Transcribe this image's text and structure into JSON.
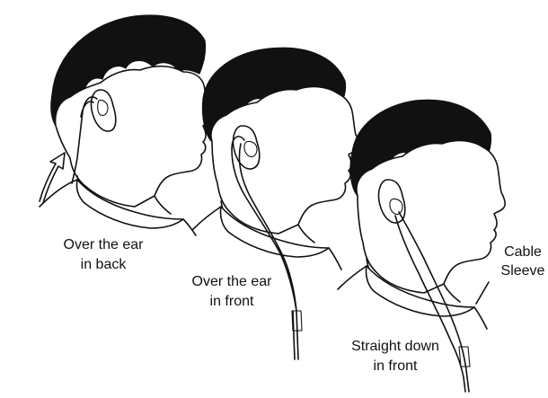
{
  "labels": {
    "over_ear_back": [
      "Over the ear",
      "in back"
    ],
    "over_ear_front": [
      "Over the ear",
      "in front"
    ],
    "straight_down_front": [
      "Straight down",
      "in front"
    ],
    "cable_sleeve": [
      "Cable",
      "Sleeve"
    ]
  },
  "colors": {
    "line": "#111111",
    "background": "#ffffff"
  }
}
